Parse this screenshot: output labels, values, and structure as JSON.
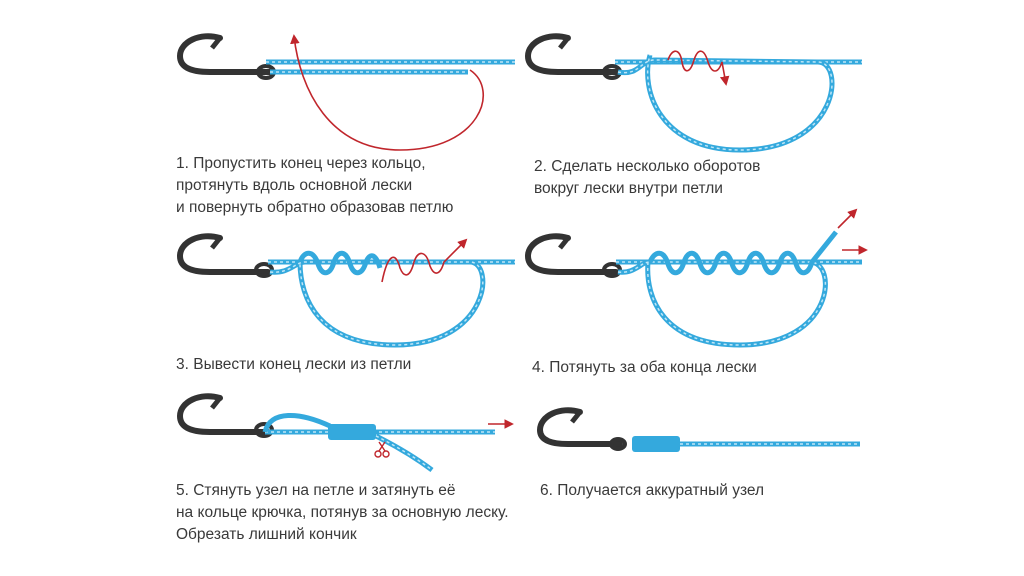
{
  "steps": [
    {
      "number": "1",
      "lines": [
        "1. Пропустить конец через кольцо,",
        "протянуть вдоль основной лески",
        "и повернуть обратно образовав петлю"
      ]
    },
    {
      "number": "2",
      "lines": [
        "2. Сделать несколько оборотов",
        "вокруг лески внутри петли"
      ]
    },
    {
      "number": "3",
      "lines": [
        "3. Вывести конец лески из петли"
      ]
    },
    {
      "number": "4",
      "lines": [
        "4. Потянуть за оба конца лески"
      ]
    },
    {
      "number": "5",
      "lines": [
        "5. Стянуть узел на петле и затянуть её",
        "на кольце крючка, потянув за основную леску.",
        "Обрезать лишний кончик"
      ]
    },
    {
      "number": "6",
      "lines": [
        "6. Получается аккуратный узел"
      ]
    }
  ],
  "colors": {
    "line": "#34a9dd",
    "line_light": "#bfe6f7",
    "hook": "#333333",
    "arrow": "#c0262c"
  },
  "icons": [
    "fish-hook-icon",
    "arrow-icon",
    "scissors-icon"
  ]
}
